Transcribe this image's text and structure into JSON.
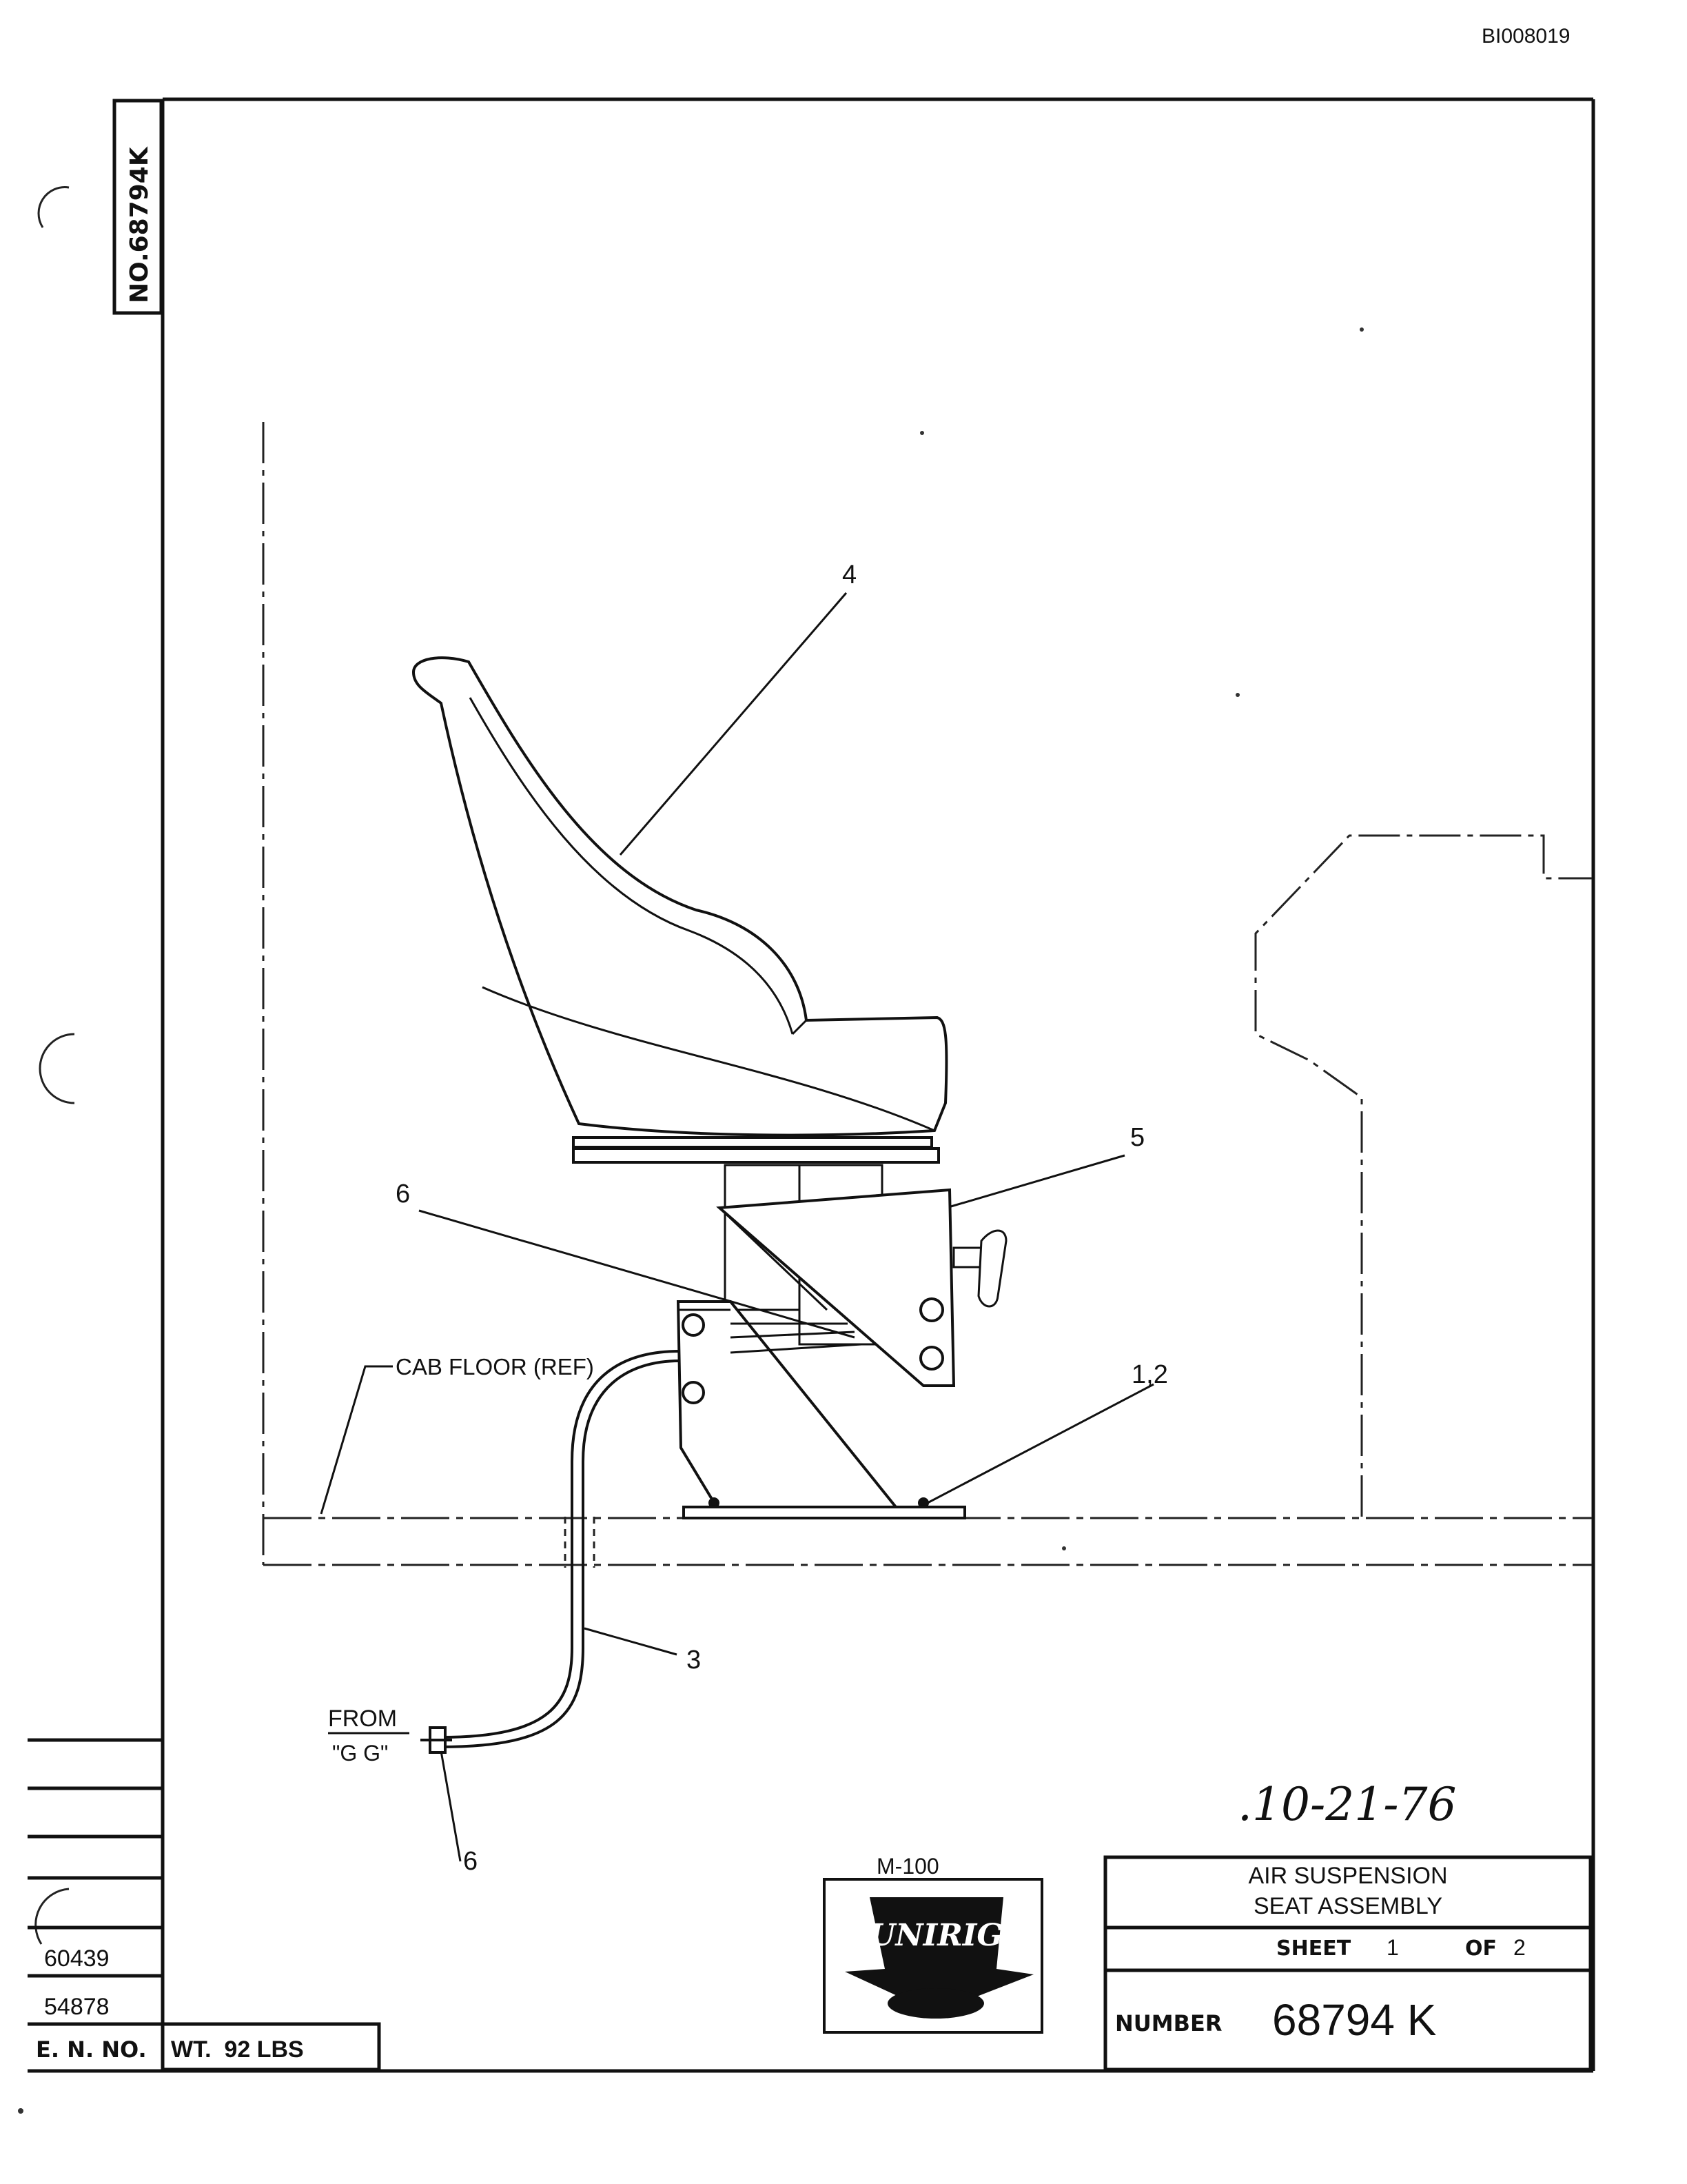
{
  "doc_id": "BI008019",
  "side_tab": "NO.68794K",
  "callouts": {
    "seat_shell": "4",
    "seat_bracket": "5",
    "fitting_upper": "6",
    "mount_bolts": "1,2",
    "air_tube": "3",
    "fitting_lower": "6"
  },
  "labels": {
    "cab_floor": "CAB FLOOR (REF)",
    "from": "FROM",
    "from_source": "\"G G\""
  },
  "handwritten_date": ".10-21-76",
  "logo": {
    "model": "M-100",
    "brand": "UNIRIG"
  },
  "title_block": {
    "title_line1": "AIR SUSPENSION",
    "title_line2": "SEAT ASSEMBLY",
    "sheet_label": "SHEET",
    "sheet_num": "1",
    "of_label": "OF",
    "sheet_total": "2",
    "number_label": "NUMBER",
    "number_value": "68794 K"
  },
  "revision_block": {
    "en_rows": [
      "60439",
      "54878"
    ],
    "en_label": "E. N. NO.",
    "weight": "WT.  92 LBS"
  }
}
